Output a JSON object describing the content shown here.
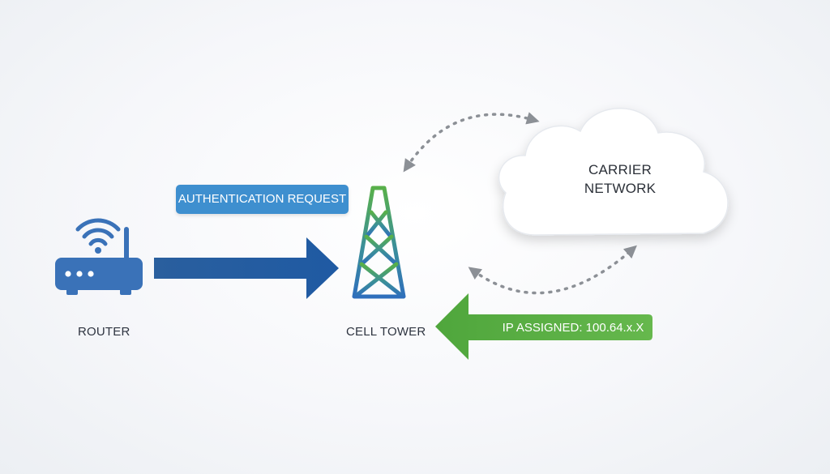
{
  "nodes": {
    "router": {
      "label": "ROUTER"
    },
    "tower": {
      "label": "CELL TOWER"
    },
    "cloud": {
      "label_line1": "CARRIER",
      "label_line2": "NETWORK"
    }
  },
  "messages": {
    "request": {
      "label": "AUTHENTICATION REQUEST",
      "color": "#3e8fcf",
      "arrow_color": "#2461a4"
    },
    "response": {
      "label": "IP ASSIGNED: 100.64.x.X",
      "color": "#5aaf43"
    }
  },
  "colors": {
    "router": "#3a72b8",
    "tower_top": "#58b04a",
    "tower_bottom": "#2f6fbc",
    "dotted_arrow": "#8c9096",
    "cloud_fill": "#ffffff",
    "text": "#2e3440"
  },
  "icons": [
    "router-icon",
    "wifi-icon",
    "cell-tower-icon",
    "cloud-icon"
  ]
}
